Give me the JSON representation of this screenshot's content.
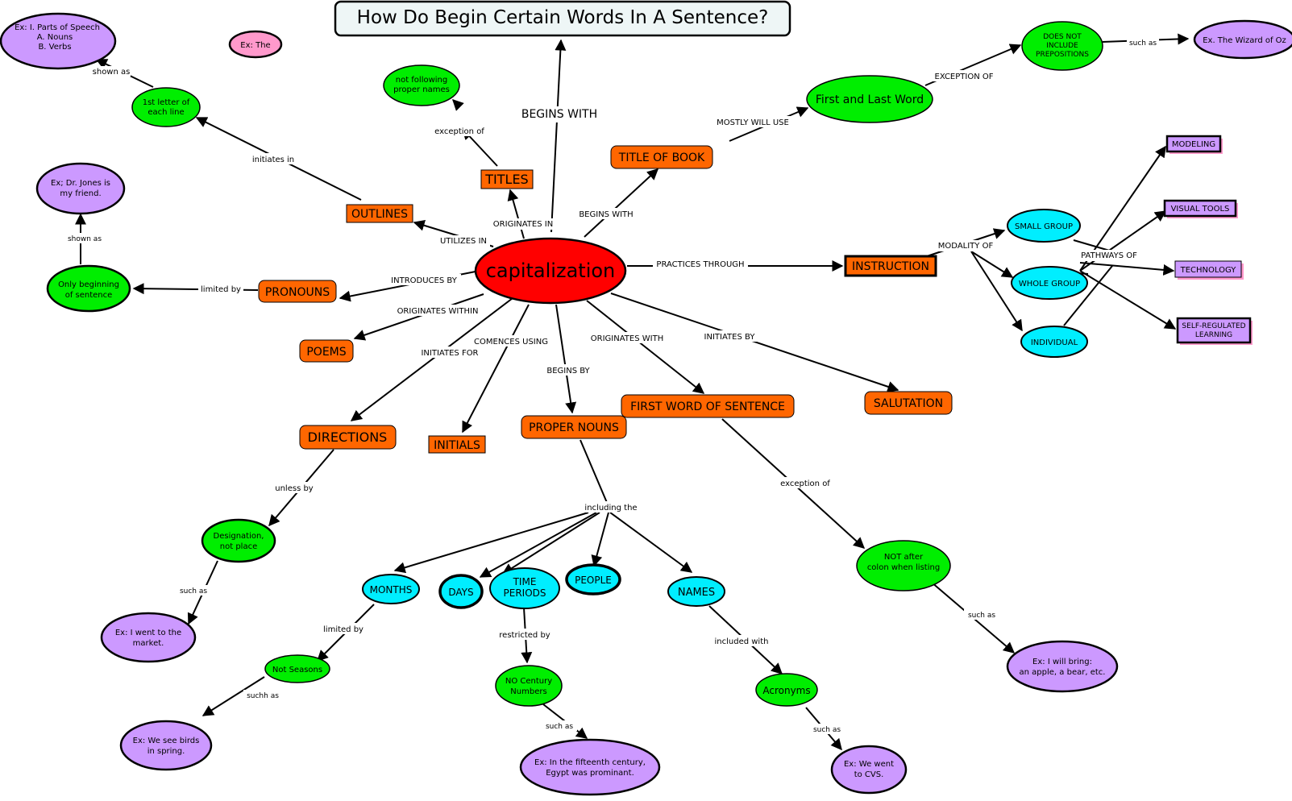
{
  "title": "How Do Begin Certain Words In A Sentence?",
  "nodes": {
    "capitalization": "capitalization",
    "ex_parts": [
      "Ex: I. Parts of Speech",
      "A.  Nouns",
      "B.  Verbs"
    ],
    "ex_the": "Ex: The",
    "first_letter": [
      "1st letter of",
      "each line"
    ],
    "not_following": [
      "not following",
      "proper names"
    ],
    "ex_dr_jones": [
      "Ex; Dr. Jones is",
      "my friend."
    ],
    "only_beginning": [
      "Only beginning",
      "of sentence"
    ],
    "outlines": "OUTLINES",
    "titles": "TITLES",
    "title_of_book": "TITLE OF BOOK",
    "first_last_word": "First and Last Word",
    "no_prepositions": [
      "DOES NOT",
      "INCLUDE",
      "PREPOSITIONS"
    ],
    "ex_wizard": "Ex. The Wizard of Oz",
    "pronouns": "PRONOUNS",
    "poems": "POEMS",
    "instruction": "INSTRUCTION",
    "small_group": "SMALL GROUP",
    "whole_group": "WHOLE GROUP",
    "individual": "INDIVIDUAL",
    "modeling": "MODELING",
    "visual_tools": "VISUAL TOOLS",
    "technology": "TECHNOLOGY",
    "self_regulated": [
      "SELF-REGULATED",
      "LEARNING"
    ],
    "directions": "DIRECTIONS",
    "initials": "INITIALS",
    "proper_nouns": "PROPER NOUNS",
    "first_word": "FIRST WORD OF SENTENCE",
    "salutation": "SALUTATION",
    "designation": [
      "Designation,",
      "not  place"
    ],
    "ex_market": [
      "Ex:  I went to the",
      "market."
    ],
    "months": "MONTHS",
    "days": "DAYS",
    "time_periods": [
      "TIME",
      "PERIODS"
    ],
    "people": "PEOPLE",
    "names": "NAMES",
    "not_seasons": "Not Seasons",
    "ex_birds": [
      "Ex: We see birds",
      "in spring."
    ],
    "no_century": [
      "NO Century",
      "Numbers"
    ],
    "ex_egypt": [
      "Ex: In the fifteenth century,",
      "Egypt was prominant."
    ],
    "acronyms": "Acronyms",
    "ex_cvs": [
      "Ex: We went",
      "to CVS."
    ],
    "not_after_colon": [
      "NOT after",
      "colon when listing"
    ],
    "ex_apple": [
      "Ex:  I will bring:",
      "an apple, a bear, etc."
    ]
  },
  "links": {
    "begins_with_top": "BEGINS WITH",
    "shown_as_1": "shown as",
    "initiates_in": "initiates in",
    "exception_of_1": "exception of",
    "mostly_will_use": "MOSTLY WILL USE",
    "exception_of_caps": "EXCEPTION OF",
    "such_as_1": "such as",
    "shown_as_2": "shown as",
    "originates_in": "ORIGINATES IN",
    "begins_with_2": "BEGINS WITH",
    "utilizes_in": "UTILIZES IN",
    "practices_through": "PRACTICES THROUGH",
    "modality_of": "MODALITY OF",
    "pathways_of": "PATHWAYS OF",
    "introduces_by": "INTRODUCES BY",
    "limited_by_1": "limited by",
    "originates_within": "ORIGINATES WITHIN",
    "comences_using": "COMENCES USING",
    "initiates_for": "INITIATES FOR",
    "originates_with": "ORIGINATES WITH",
    "initiates_by": "INITIATES BY",
    "begins_by": "BEGINS BY",
    "unless_by": "unless by",
    "such_as_2": "such as",
    "including_the": "including the",
    "exception_of_2": "exception of",
    "limited_by_2": "limited by",
    "restricted_by": "restricted by",
    "included_with": "included with",
    "suchh_as": "suchh as",
    "such_as_3": "such as",
    "such_as_4": "such as",
    "such_as_5": "such as"
  },
  "colors": {
    "central": "#ff0000",
    "orange": "#ff6600",
    "green": "#00ee00",
    "cyan": "#00eeff",
    "purple": "#cc99ff",
    "pink": "#ff99cc",
    "title_bg": "#eef6f6"
  }
}
